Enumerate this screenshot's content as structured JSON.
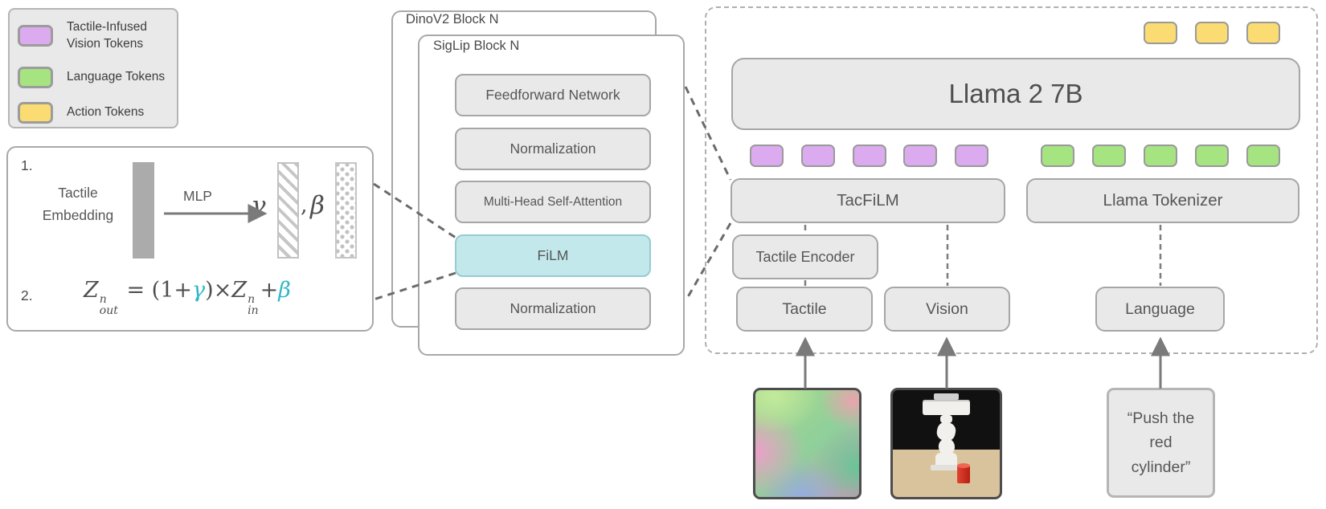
{
  "legend": {
    "items": [
      {
        "label": "Tactile-Infused Vision Tokens",
        "color": "#dcaaee"
      },
      {
        "label": "Language Tokens",
        "color": "#a6e381"
      },
      {
        "label": "Action Tokens",
        "color": "#fbdc72"
      }
    ]
  },
  "film_explainer": {
    "step1": "1.",
    "step2": "2.",
    "input_label": "Tactile Embedding",
    "mlp_label": "MLP",
    "gamma": "γ",
    "separator": ",",
    "beta": "β",
    "accent_color": "#2fb8c9",
    "formula": {
      "z1": "Z",
      "sup1": "n",
      "sub1": "out",
      "mid1": " = (1+",
      "gamma": "γ",
      "mid2": ")×",
      "z2": "Z",
      "sup2": "n",
      "sub2": "in",
      "plus": "+",
      "beta": "β"
    }
  },
  "encoder_stack": {
    "outer_label": "DinoV2 Block N",
    "inner_label": "SigLip Block N",
    "layers": [
      {
        "label": "Feedforward Network"
      },
      {
        "label": "Normalization"
      },
      {
        "label": "Multi-Head Self-Attention"
      },
      {
        "label": "FiLM",
        "highlight_color": "#c3e8ec"
      },
      {
        "label": "Normalization"
      }
    ]
  },
  "policy": {
    "llm_label": "Llama 2 7B",
    "tacfilm_label": "TacFiLM",
    "tokenizer_label": "Llama Tokenizer",
    "tactile_encoder_label": "Tactile Encoder",
    "input_tactile": "Tactile",
    "input_vision": "Vision",
    "input_language": "Language",
    "prompt_line1": "“Push the",
    "prompt_line2": "red",
    "prompt_line3": "cylinder”",
    "tokens": {
      "vision": {
        "count": 5,
        "color": "#dcaaee"
      },
      "language": {
        "count": 5,
        "color": "#a6e381"
      },
      "action": {
        "count": 3,
        "color": "#fbdc72"
      }
    }
  }
}
